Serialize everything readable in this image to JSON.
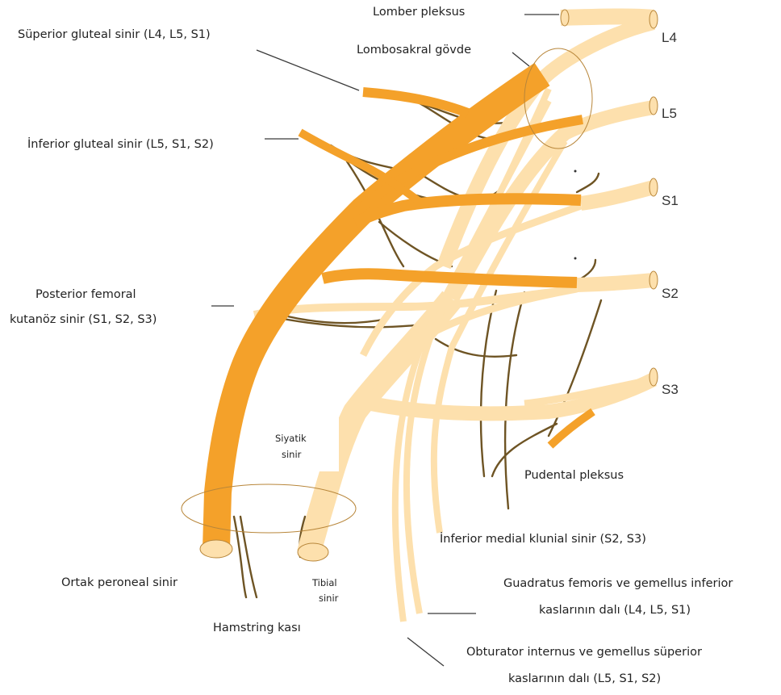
{
  "roots": [
    "L4",
    "L5",
    "S1",
    "S2",
    "S3"
  ],
  "labels": {
    "lomber_pleksus": "Lomber pleksus",
    "superior_gluteal": "Süperior gluteal sinir (L4, L5, S1)",
    "lombosakral_govde": "Lombosakral gövde",
    "inferior_gluteal": "İnferior gluteal sinir (L5, S1, S2)",
    "posterior_femoral_line1": "Posterior femoral",
    "posterior_femoral_line2": "kutanöz sinir (S1, S2, S3)",
    "siyatik_line1": "Siyatik",
    "siyatik_line2": "sinir",
    "pudental": "Pudental pleksus",
    "inferior_medial_klunial": "İnferior medial klunial sinir (S2, S3)",
    "ortak_peroneal": "Ortak peroneal sinir",
    "tibial_line1": "Tibial",
    "tibial_line2": "sinir",
    "hamstring": "Hamstring kası",
    "guadratus_line1": "Guadratus femoris ve gemellus inferior",
    "guadratus_line2": "kaslarının dalı (L4, L5, S1)",
    "obturator_line1": "Obturator internus ve gemellus süperior",
    "obturator_line2": "kaslarının dalı (L5, S1, S2)"
  },
  "colors": {
    "common_peroneal_division": "#f4a12a",
    "tibial_division": "#fde0ad",
    "small_branches": "#6e5424",
    "text": "#222222"
  }
}
